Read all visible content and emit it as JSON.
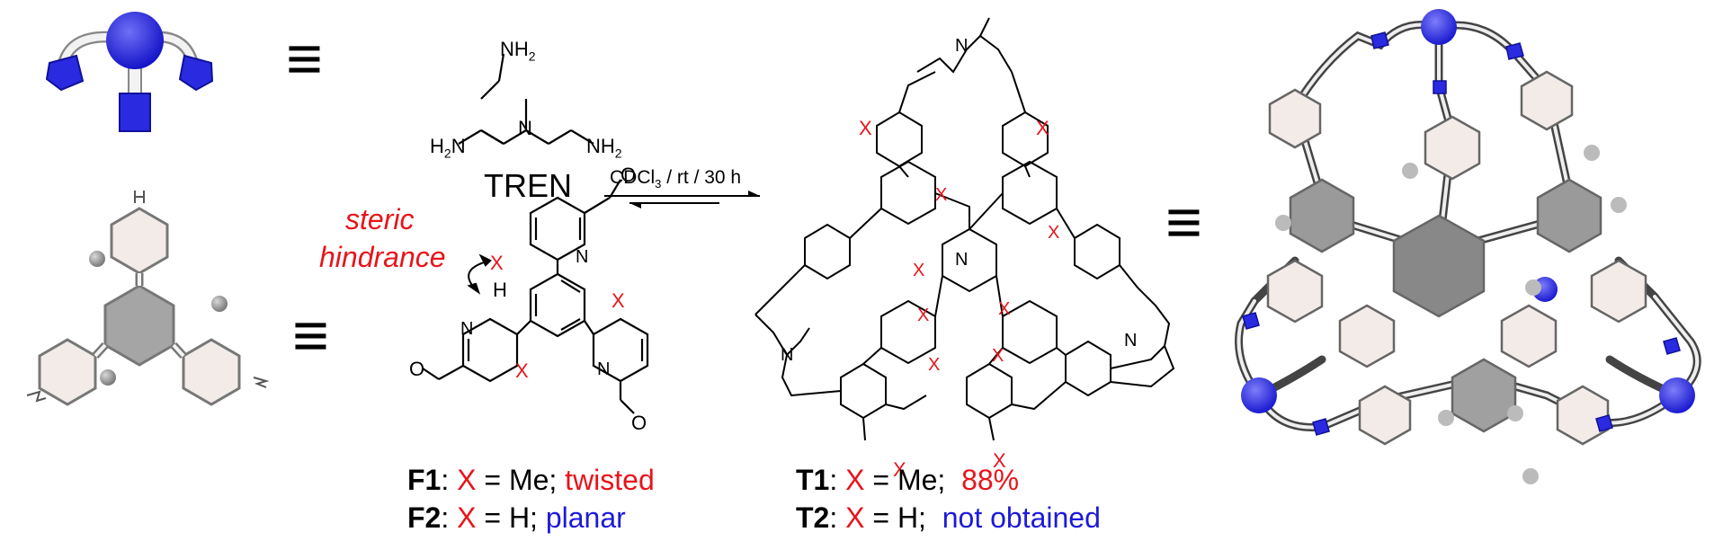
{
  "amine": {
    "name": "TREN",
    "nh2_top": "NH",
    "nh2_left": "H",
    "nh2_right": "NH",
    "sub2": "2",
    "n_center": "N"
  },
  "reaction": {
    "conditions_main": "CDCl",
    "conditions_sub": "3",
    "conditions_rest": " / rt / 30 h"
  },
  "aldehyde": {
    "annotation_line1": "steric",
    "annotation_line2": "hindrance",
    "x_label": "X",
    "h_label": "H",
    "n_label": "N",
    "o_label": "O"
  },
  "cage": {
    "x_label": "X",
    "n_label": "N"
  },
  "equivalence_symbol": "≡",
  "legend": {
    "f1": {
      "name": "F1",
      "colon": ": ",
      "x": "X",
      "eq": " = Me; ",
      "desc": "twisted"
    },
    "f2": {
      "name": "F2",
      "colon": ": ",
      "x": "X",
      "eq": " = H; ",
      "desc": "planar"
    },
    "t1": {
      "name": "T1",
      "colon": ": ",
      "x": "X",
      "eq": " = Me;  ",
      "desc": "88%"
    },
    "t2": {
      "name": "T2",
      "colon": ": ",
      "x": "X",
      "eq": " = H;  ",
      "desc": "not obtained"
    }
  },
  "colors": {
    "red": "#e8141b",
    "blue": "#1d1ad8",
    "nitrogen_blue": "#2e2ef0",
    "ring_light": "#f1e9e6",
    "ring_dark": "#9a9a9a"
  }
}
